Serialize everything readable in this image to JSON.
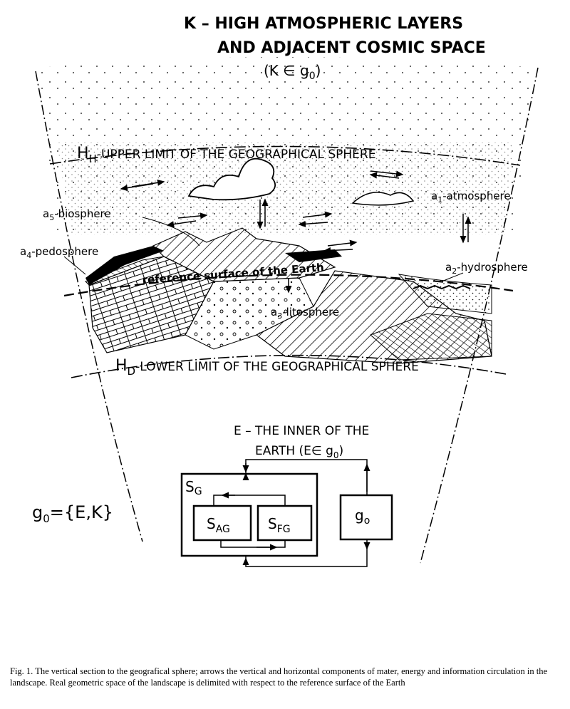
{
  "title": {
    "line1": "K – HIGH ATMOSPHERIC LAYERS",
    "line2": "AND ADJACENT COSMIC SPACE",
    "line3": "(K ∈ g",
    "line3_sub": "0",
    "line3_end": ")"
  },
  "upper_limit": {
    "symbol": "H",
    "sub": "H",
    "text": "-UPPER LIMIT OF THE GEOGRAPHICAL SPHERE"
  },
  "lower_limit": {
    "symbol": "H",
    "sub": "D",
    "text": "-LOWER LIMIT OF THE GEOGRAPHICAL SPHERE"
  },
  "spheres": {
    "a1": {
      "sym": "a",
      "sub": "1",
      "text": "-atmosphere"
    },
    "a2": {
      "sym": "a",
      "sub": "2",
      "text": "-hydrosphere"
    },
    "a3": {
      "sym": "a",
      "sub": "3",
      "text": "-litosphere"
    },
    "a4": {
      "sym": "a",
      "sub": "4",
      "text": "-pedosphere"
    },
    "a5": {
      "sym": "a",
      "sub": "5",
      "text": "-biosphere"
    }
  },
  "reference_surface": "reference surface of the Earth",
  "inner_earth": {
    "line1": "E – THE INNER OF THE",
    "line2": "EARTH (E∈ g",
    "line2_sub": "0",
    "line2_end": ")"
  },
  "set_definition": {
    "lhs": "g",
    "lhs_sub": "0",
    "rhs": "={E,K}"
  },
  "boxes": {
    "sg": {
      "sym": "S",
      "sub": "G"
    },
    "sag": {
      "sym": "S",
      "sub": "AG"
    },
    "sfg": {
      "sym": "S",
      "sub": "FG"
    },
    "go": {
      "sym": "g",
      "sub": "o"
    }
  },
  "caption": {
    "label": "Fig. 1.",
    "text": "The vertical section to the geografical sphere; arrows the vertical and horizontal components of mater, energy and information circulation in the landscape. Real geometric space of the landscape is delimited with respect to the reference surface of the Earth"
  }
}
